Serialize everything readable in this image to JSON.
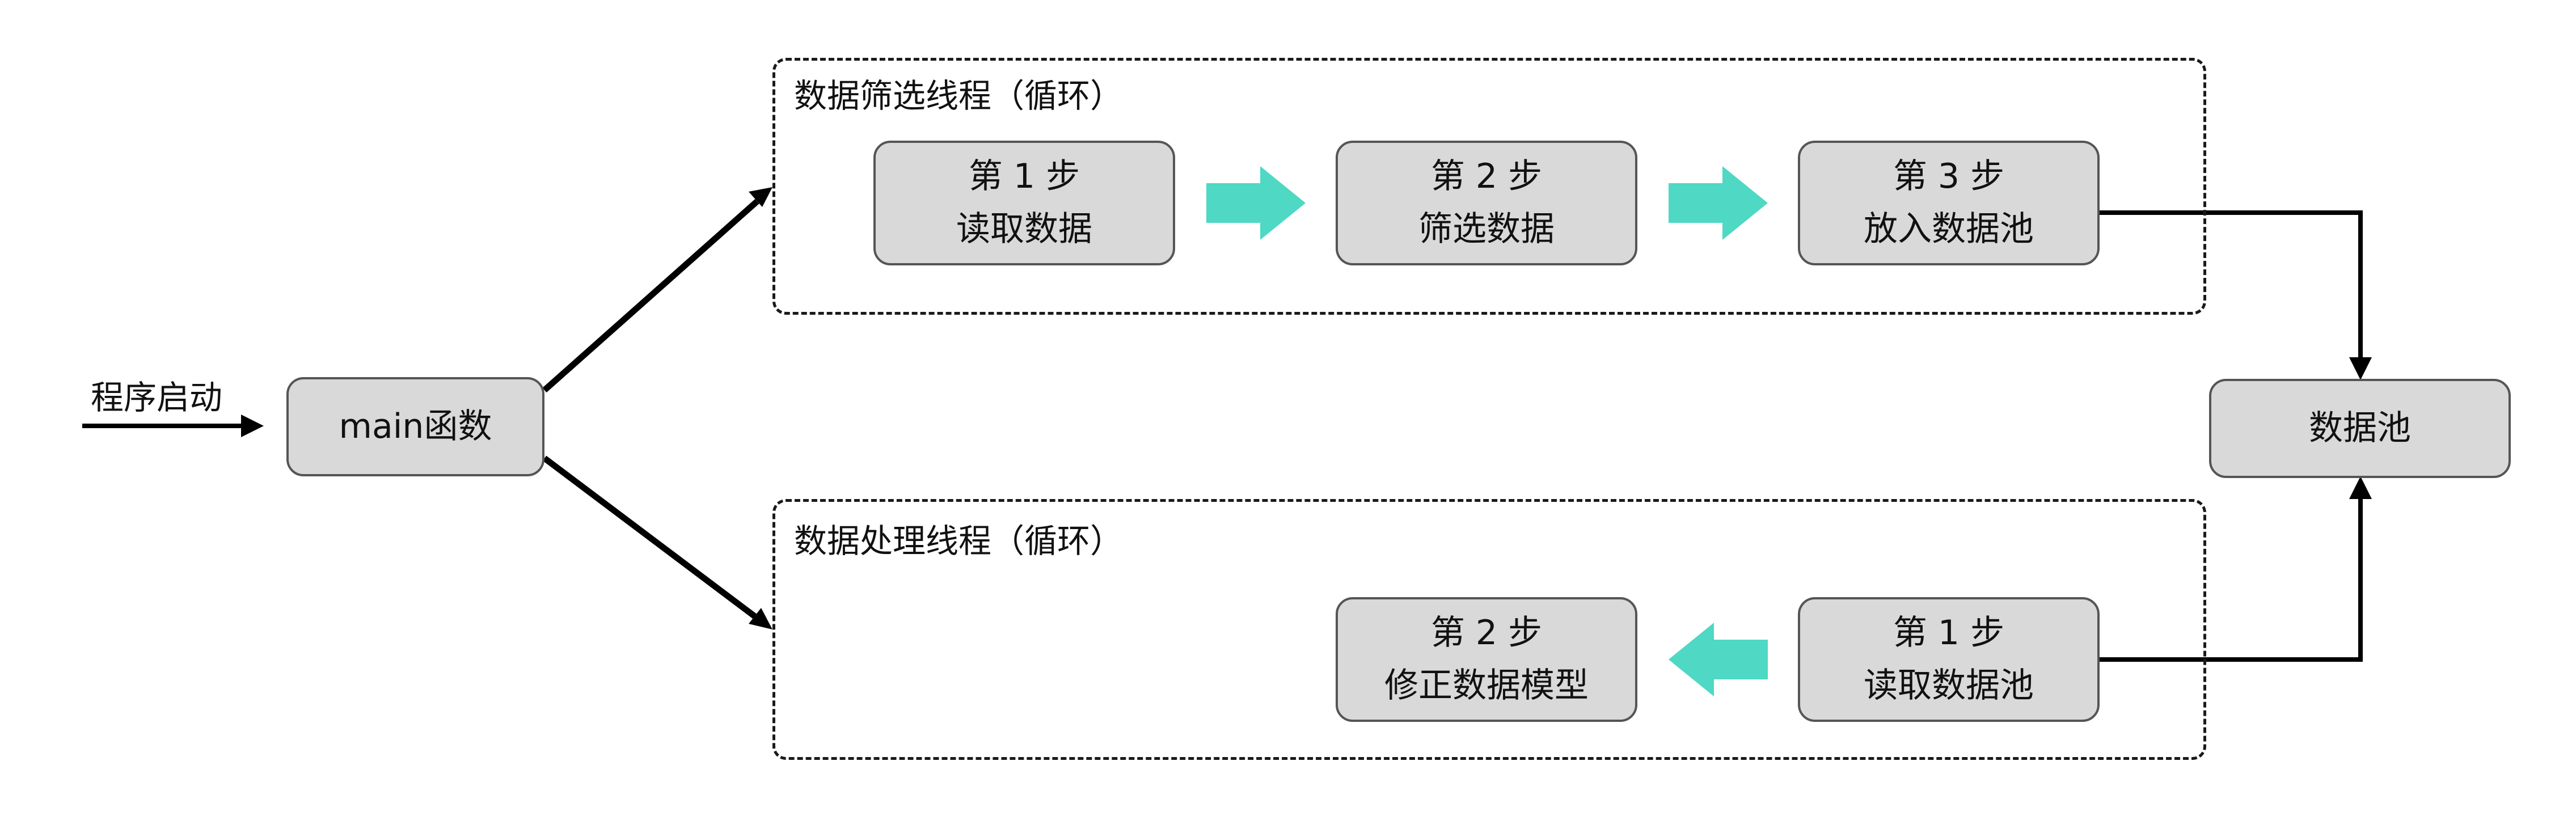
{
  "start_label": "程序启动",
  "main_node": "main函数",
  "filter_thread": {
    "title": "数据筛选线程（循环）",
    "steps": [
      {
        "step": "第 1 步",
        "action": "读取数据"
      },
      {
        "step": "第 2 步",
        "action": "筛选数据"
      },
      {
        "step": "第 3 步",
        "action": "放入数据池"
      }
    ]
  },
  "process_thread": {
    "title": "数据处理线程（循环）",
    "steps": [
      {
        "step": "第 1 步",
        "action": "读取数据池"
      },
      {
        "step": "第 2 步",
        "action": "修正数据模型"
      }
    ]
  },
  "pool_node": "数据池",
  "colors": {
    "node_fill": "#d9d9d9",
    "node_border": "#555555",
    "step_arrow": "#4fd8c4",
    "line": "#000000"
  }
}
